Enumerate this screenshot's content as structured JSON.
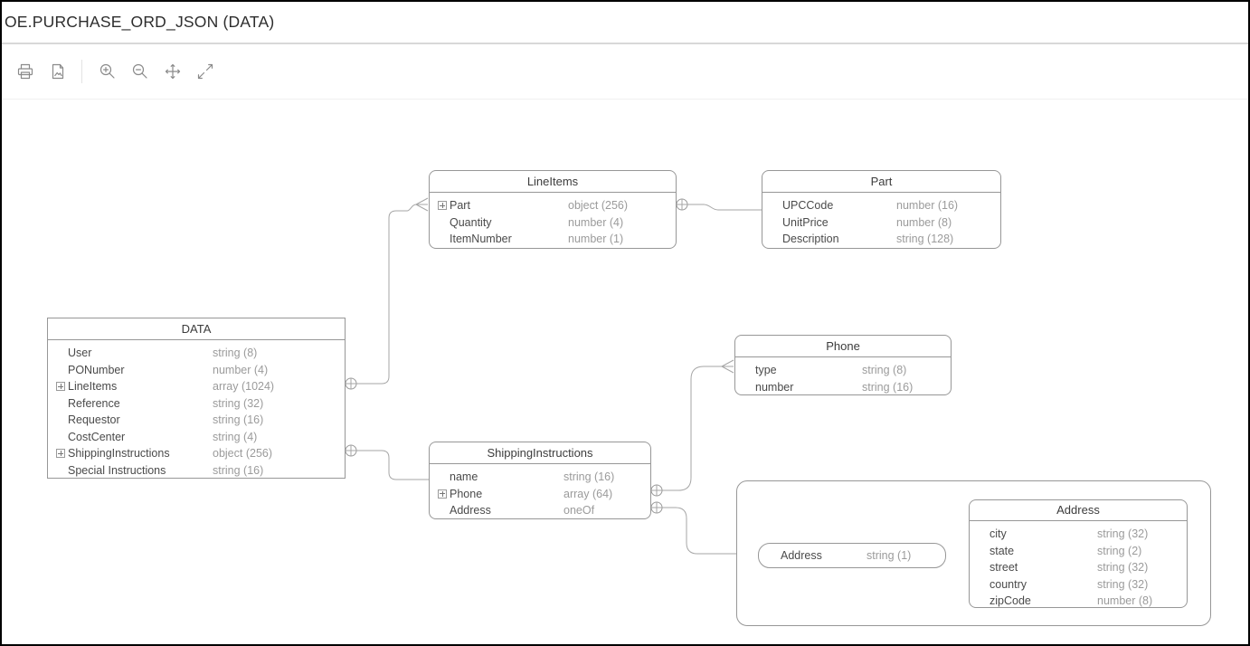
{
  "window": {
    "title": "OE.PURCHASE_ORD_JSON (DATA)"
  },
  "toolbar": {
    "icons": [
      {
        "name": "print-icon"
      },
      {
        "name": "export-image-icon"
      },
      {
        "name": "zoom-in-icon"
      },
      {
        "name": "zoom-out-icon"
      },
      {
        "name": "pan-icon"
      },
      {
        "name": "fit-to-window-icon"
      }
    ]
  },
  "colors": {
    "box_border": "#979797",
    "connector": "#a6a6a6",
    "field_name": "#4a4a4a",
    "field_type": "#9b9b9b",
    "toolbar_icon": "#8a8a8a"
  },
  "diagram": {
    "entities": {
      "data": {
        "title": "DATA",
        "fields": [
          {
            "name": "User",
            "type": "string (8)"
          },
          {
            "name": "PONumber",
            "type": "number (4)"
          },
          {
            "name": "LineItems",
            "type": "array (1024)",
            "expandable": true
          },
          {
            "name": "Reference",
            "type": "string (32)"
          },
          {
            "name": "Requestor",
            "type": "string (16)"
          },
          {
            "name": "CostCenter",
            "type": "string (4)"
          },
          {
            "name": "ShippingInstructions",
            "type": "object (256)",
            "expandable": true
          },
          {
            "name": "Special Instructions",
            "type": "string (16)"
          }
        ]
      },
      "lineItems": {
        "title": "LineItems",
        "fields": [
          {
            "name": "Part",
            "type": "object (256)",
            "expandable": true
          },
          {
            "name": "Quantity",
            "type": "number (4)"
          },
          {
            "name": "ItemNumber",
            "type": "number (1)"
          }
        ]
      },
      "part": {
        "title": "Part",
        "fields": [
          {
            "name": "UPCCode",
            "type": "number (16)"
          },
          {
            "name": "UnitPrice",
            "type": "number (8)"
          },
          {
            "name": "Description",
            "type": "string (128)"
          }
        ]
      },
      "phone": {
        "title": "Phone",
        "fields": [
          {
            "name": "type",
            "type": "string (8)"
          },
          {
            "name": "number",
            "type": "string (16)"
          }
        ]
      },
      "shipping": {
        "title": "ShippingInstructions",
        "fields": [
          {
            "name": "name",
            "type": "string (16)"
          },
          {
            "name": "Phone",
            "type": "array (64)",
            "expandable": true
          },
          {
            "name": "Address",
            "type": "oneOf"
          }
        ]
      },
      "addressRef": {
        "fields": [
          {
            "name": "Address",
            "type": "string (1)"
          }
        ]
      },
      "address": {
        "title": "Address",
        "fields": [
          {
            "name": "city",
            "type": "string (32)"
          },
          {
            "name": "state",
            "type": "string (2)"
          },
          {
            "name": "street",
            "type": "string (32)"
          },
          {
            "name": "country",
            "type": "string (32)"
          },
          {
            "name": "zipCode",
            "type": "number (8)"
          }
        ]
      }
    },
    "relationships": [
      {
        "from": "DATA.LineItems",
        "to": "LineItems"
      },
      {
        "from": "LineItems.Part",
        "to": "Part"
      },
      {
        "from": "DATA.ShippingInstructions",
        "to": "ShippingInstructions"
      },
      {
        "from": "ShippingInstructions.Phone",
        "to": "Phone"
      },
      {
        "from": "ShippingInstructions.Address",
        "to": "Address group"
      }
    ]
  }
}
